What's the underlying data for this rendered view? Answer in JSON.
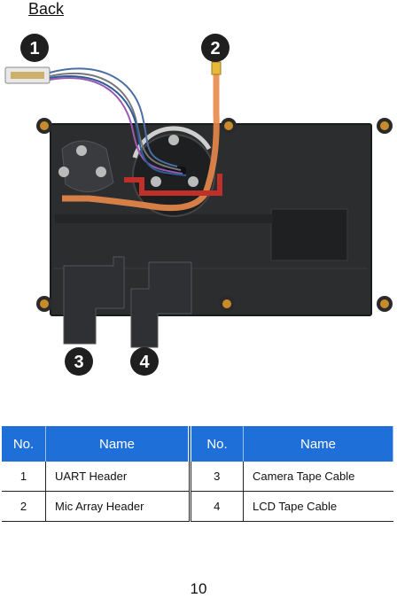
{
  "nav": {
    "back_label": "Back"
  },
  "figure": {
    "callouts": [
      "1",
      "2",
      "3",
      "4"
    ],
    "colors": {
      "board": "#2c2d2f",
      "board_edge": "#1a1b1c",
      "callout": "#1f1f1f",
      "tape": "#e98a4b",
      "standoff": "#c98a2c"
    }
  },
  "table": {
    "headers": [
      "No.",
      "Name",
      "No.",
      "Name"
    ],
    "rows": [
      [
        "1",
        "UART Header",
        "3",
        "Camera Tape Cable"
      ],
      [
        "2",
        "Mic Array Header",
        "4",
        "LCD Tape Cable"
      ]
    ],
    "header_color": "#1e6fd8"
  },
  "page_number": "10"
}
